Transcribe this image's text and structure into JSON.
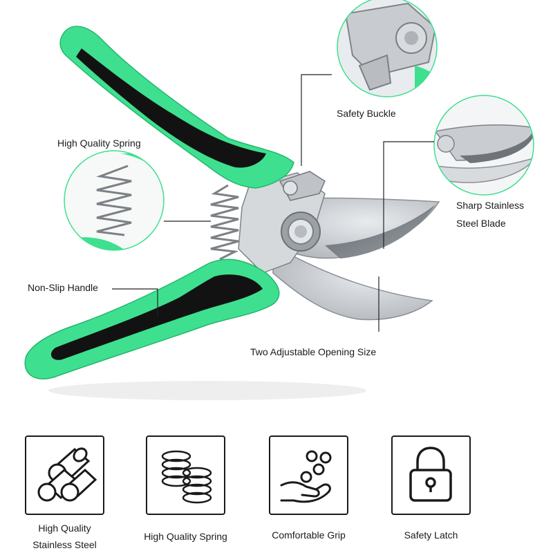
{
  "colors": {
    "handle_green": "#3ee08f",
    "handle_black": "#121212",
    "blade_steel": "#c9cdd1",
    "blade_dark": "#6f7479",
    "leader_line": "#222222",
    "icon_stroke": "#1a1a1a"
  },
  "callouts": {
    "safety_buckle": "Safety Buckle",
    "high_quality_spring": "High Quality Spring",
    "sharp_blade_line1": "Sharp Stainless",
    "sharp_blade_line2": "Steel Blade",
    "non_slip_handle": "Non-Slip Handle",
    "two_opening_size": "Two Adjustable Opening Size"
  },
  "features": [
    {
      "icon": "steel-rods-icon",
      "line1": "High Quality",
      "line2": "Stainless Steel"
    },
    {
      "icon": "spring-coils-icon",
      "line1": "High Quality Spring",
      "line2": ""
    },
    {
      "icon": "hand-grip-icon",
      "line1": "Comfortable Grip",
      "line2": ""
    },
    {
      "icon": "padlock-icon",
      "line1": "Safety Latch",
      "line2": ""
    }
  ]
}
